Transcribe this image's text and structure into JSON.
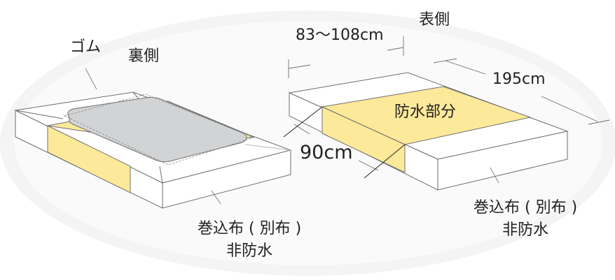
{
  "colors": {
    "background": "#ffffff",
    "halo": "#f3f3f3",
    "waterproof_yellow": "#fde99a",
    "rubber_sheet_gray": "#d2d3d4",
    "outline": "#6d6e70",
    "text": "#231f20"
  },
  "left_figure": {
    "title": "裏側",
    "rubber_label": "ゴム",
    "wrap_cloth_label_line1": "巻込布 ( 別布 )",
    "wrap_cloth_label_line2": "非防水"
  },
  "right_figure": {
    "title": "表側",
    "width_dimension": "83〜108cm",
    "length_dimension": "195cm",
    "waterproof_width_dimension": "90cm",
    "waterproof_area_label": "防水部分",
    "wrap_cloth_label_line1": "巻込布 ( 別布 )",
    "wrap_cloth_label_line2": "非防水"
  }
}
